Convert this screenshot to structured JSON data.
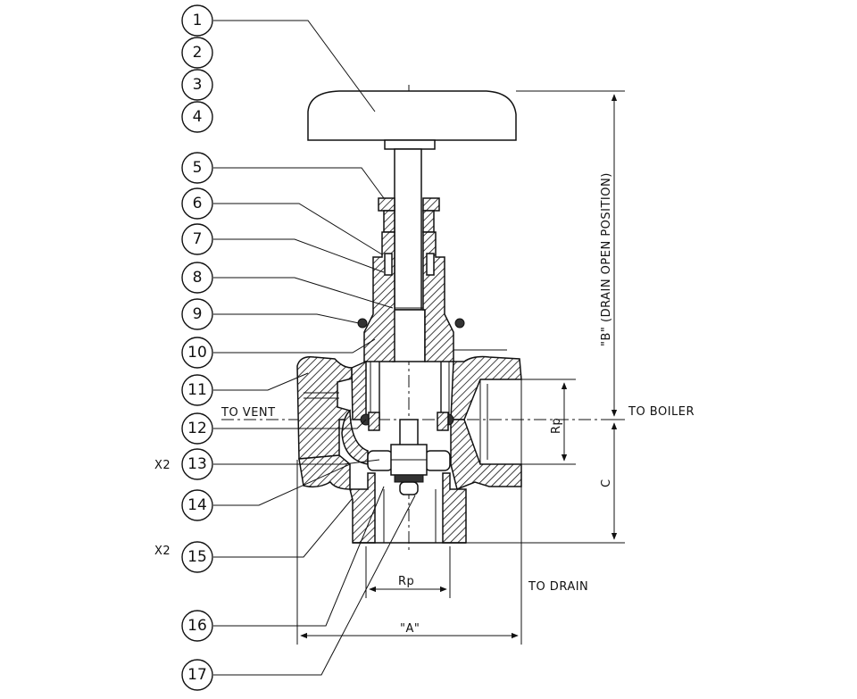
{
  "balloons": [
    "1",
    "2",
    "3",
    "4",
    "5",
    "6",
    "7",
    "8",
    "9",
    "10",
    "11",
    "12",
    "13",
    "14",
    "15",
    "16",
    "17"
  ],
  "multipliers": {
    "item13": "X2",
    "item15": "X2"
  },
  "labels": {
    "to_vent": "TO VENT",
    "to_boiler": "TO BOILER",
    "to_drain": "TO DRAIN",
    "rp_side": "Rp",
    "rp_bottom": "Rp",
    "dim_a": "\"A\"",
    "dim_b": "\"B\" (DRAIN OPEN POSITION)",
    "dim_c": "C"
  }
}
